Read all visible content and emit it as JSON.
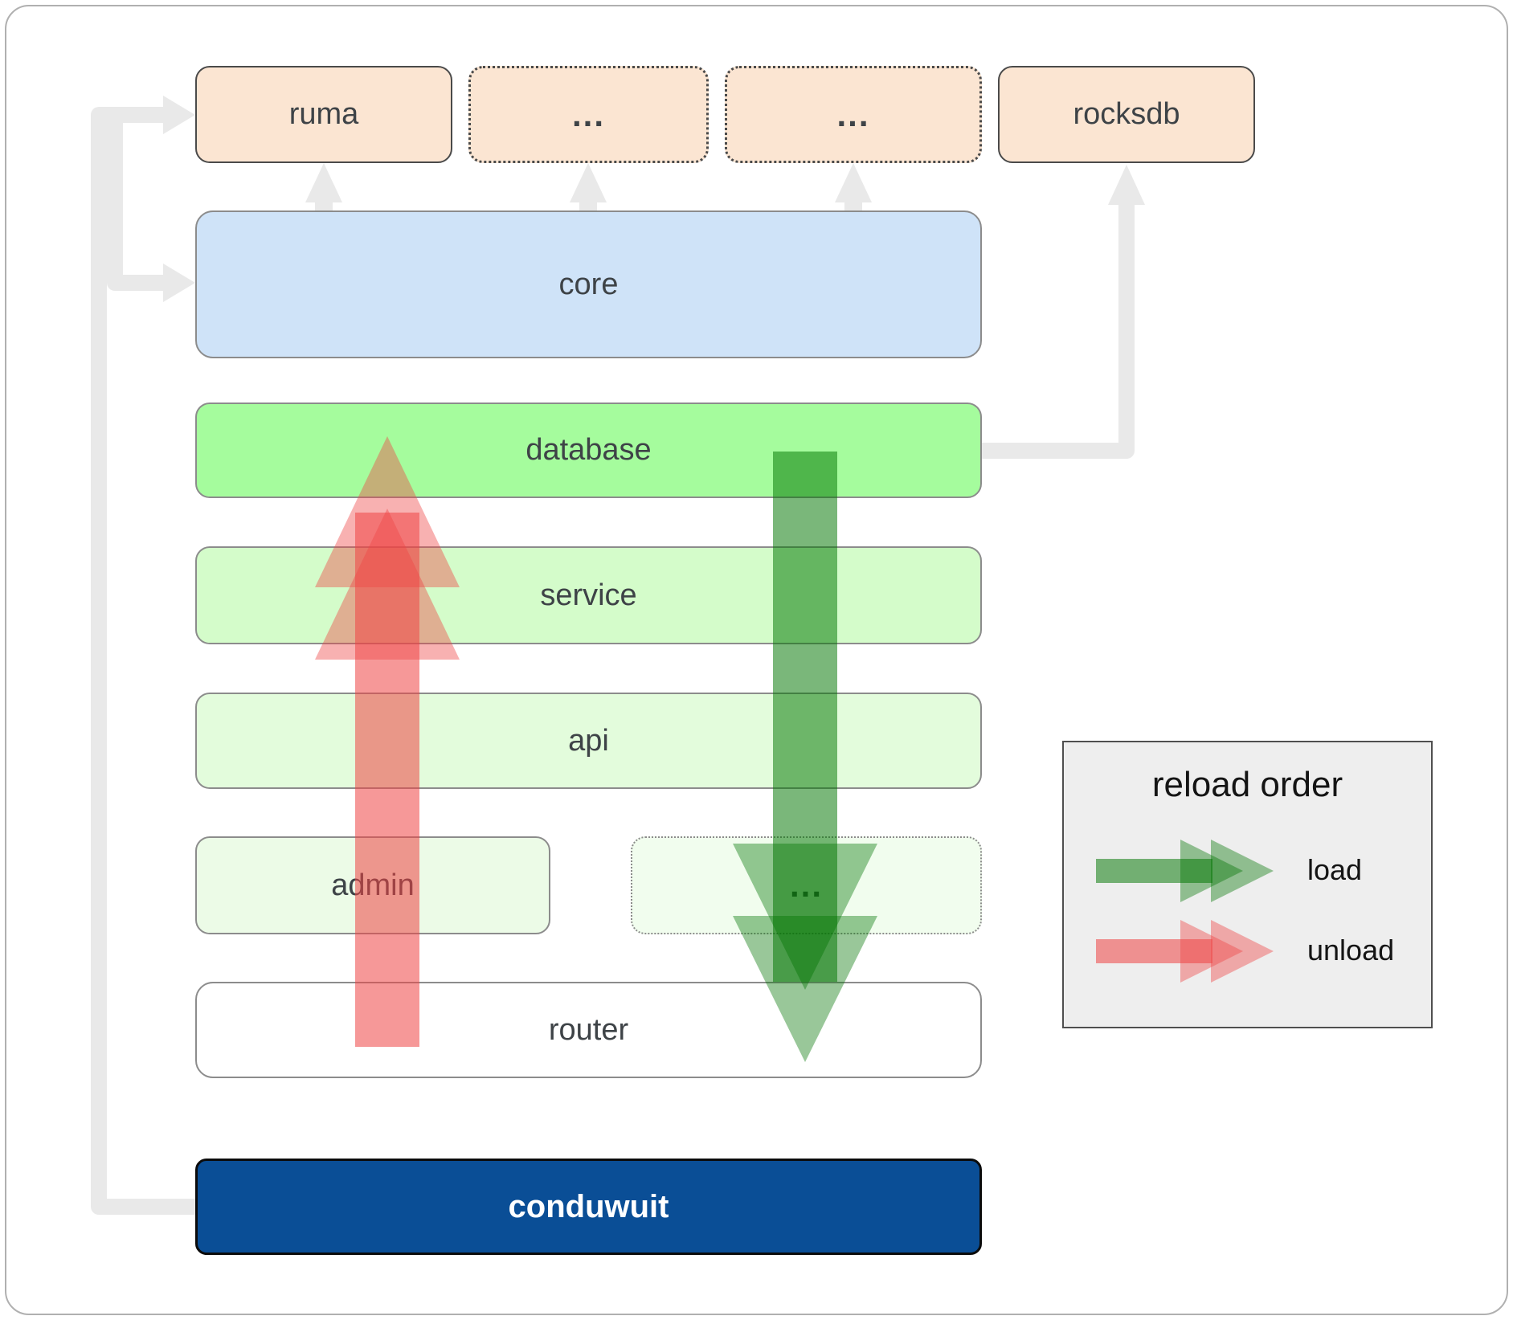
{
  "nodes": {
    "ruma": {
      "label": "ruma"
    },
    "ellipsis1": {
      "label": "..."
    },
    "ellipsis2": {
      "label": "..."
    },
    "rocksdb": {
      "label": "rocksdb"
    },
    "core": {
      "label": "core"
    },
    "database": {
      "label": "database"
    },
    "service": {
      "label": "service"
    },
    "api": {
      "label": "api"
    },
    "admin": {
      "label": "admin"
    },
    "ellipsis3": {
      "label": "..."
    },
    "router": {
      "label": "router"
    },
    "conduwuit": {
      "label": "conduwuit"
    }
  },
  "legend": {
    "title": "reload order",
    "load_label": "load",
    "unload_label": "unload"
  },
  "colors": {
    "frame_border": "#b0b0b0",
    "dark_border": "#4a4a4a",
    "gray_border": "#8c8c8c",
    "label_color": "#3e4347",
    "peach_fill": "#fbe5d2",
    "blue_fill": "#cfe3f8",
    "green1_fill": "#a5fc9d",
    "green2_fill": "#d4fcca",
    "green3_fill": "#e3fcdc",
    "green4_fill": "#ecfbe7",
    "green5_fill": "#f1fdee",
    "navy_fill": "#0a4e96",
    "legend_fill": "#eeeeee",
    "connector_gray": "#e9e9e9",
    "arrow_red_shaft": "rgba(239,68,68,0.55)",
    "arrow_red_head": "rgba(239,68,68,0.42)",
    "arrow_green_shaft": "rgba(0,116,0,0.52)",
    "arrow_green_head": "rgba(0,116,0,0.40)"
  }
}
